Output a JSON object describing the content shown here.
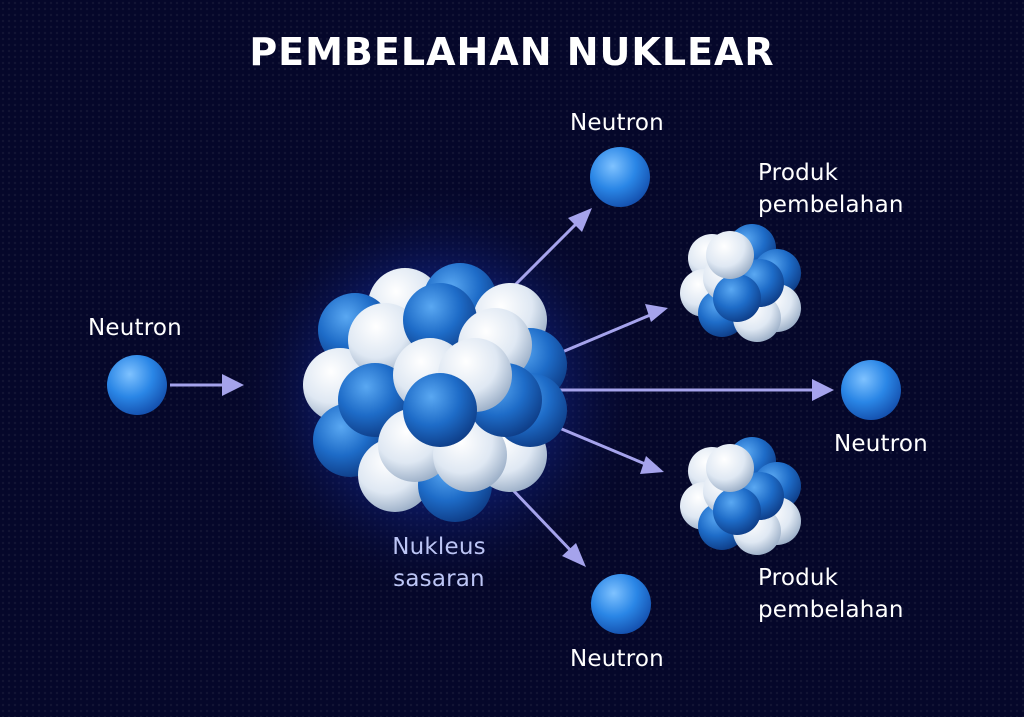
{
  "title": "PEMBELAHAN NUKLEAR",
  "labels": {
    "incoming_neutron": "Neutron",
    "top_neutron": "Neutron",
    "right_neutron": "Neutron",
    "bottom_neutron": "Neutron",
    "target_nucleus": [
      "Nukleus",
      "sasaran"
    ],
    "fission_product_top": [
      "Produk",
      "pembelahan"
    ],
    "fission_product_bottom": [
      "Produk",
      "pembelahan"
    ]
  },
  "colors": {
    "background": "#05072a",
    "proton_blue": "#1e6cc8",
    "neutron_white": "#dfe8f3",
    "arrow": "#a5a3ec",
    "accent_label": "#bcc5f5"
  }
}
